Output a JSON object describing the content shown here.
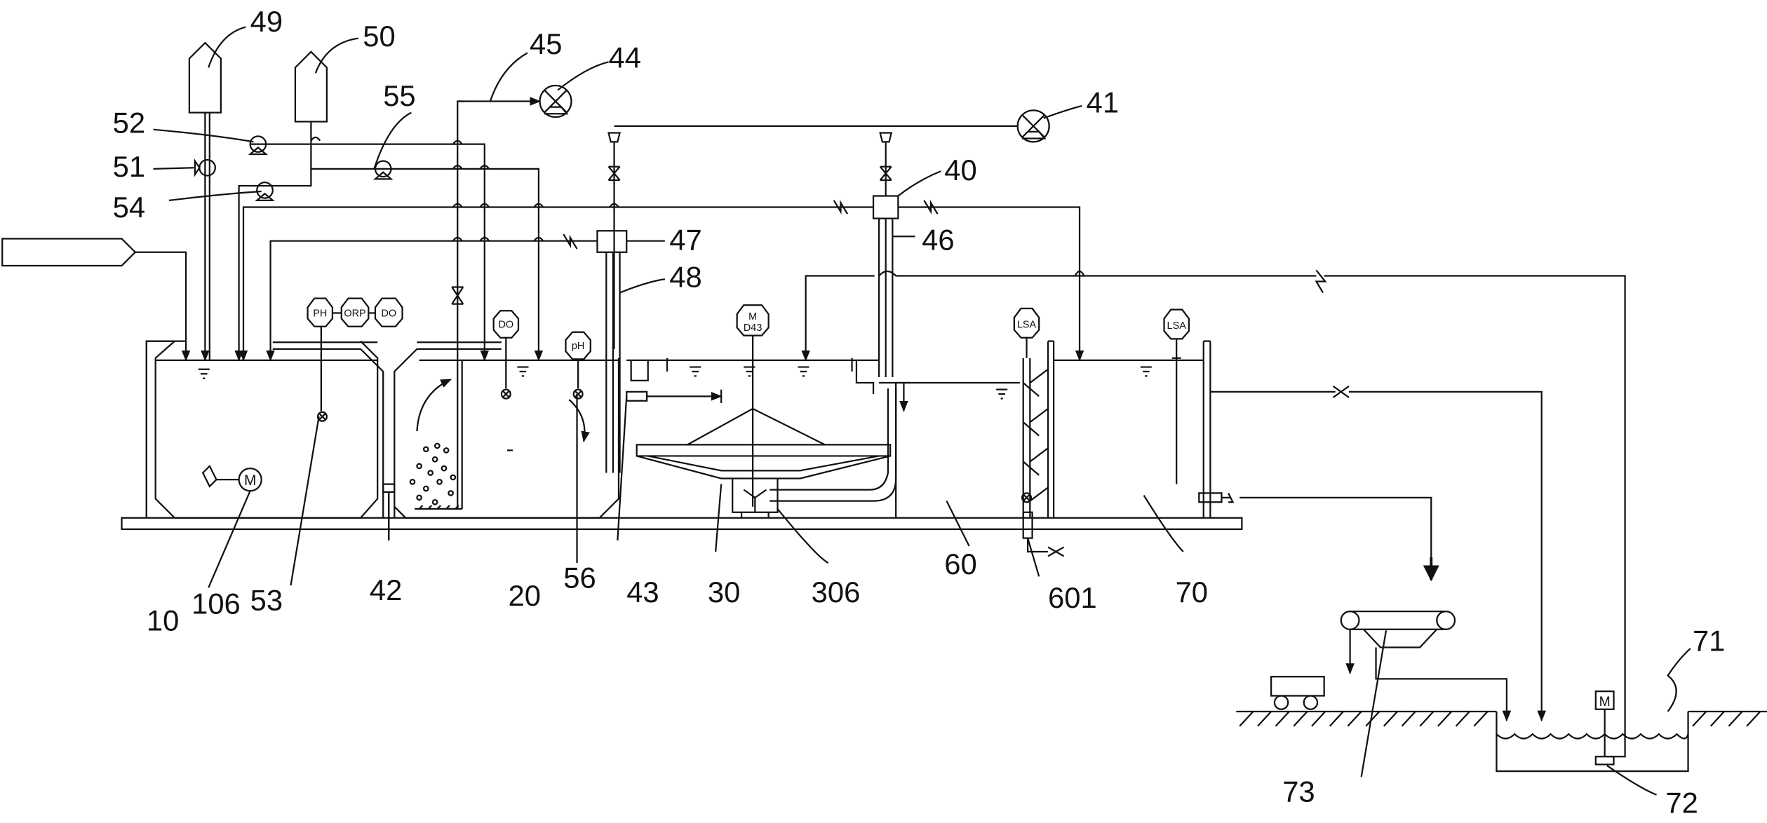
{
  "labels": {
    "l10": "10",
    "l106": "106",
    "l53": "53",
    "l42": "42",
    "l20": "20",
    "l56": "56",
    "l43": "43",
    "l30": "30",
    "l306": "306",
    "l60": "60",
    "l601": "601",
    "l70": "70",
    "l71": "71",
    "l72": "72",
    "l73": "73",
    "l49": "49",
    "l50": "50",
    "l52": "52",
    "l51": "51",
    "l54": "54",
    "l55": "55",
    "l45": "45",
    "l44": "44",
    "l41": "41",
    "l40": "40",
    "l47": "47",
    "l46": "46",
    "l48": "48"
  },
  "instruments": {
    "ph1": "PH",
    "orp": "ORP",
    "do1": "DO",
    "do2": "DO",
    "ph2": "pH",
    "m_top": "M",
    "m_bot": "D43",
    "lsa1": "LSA",
    "lsa2": "LSA",
    "motor1": "M",
    "motor2": "M"
  }
}
